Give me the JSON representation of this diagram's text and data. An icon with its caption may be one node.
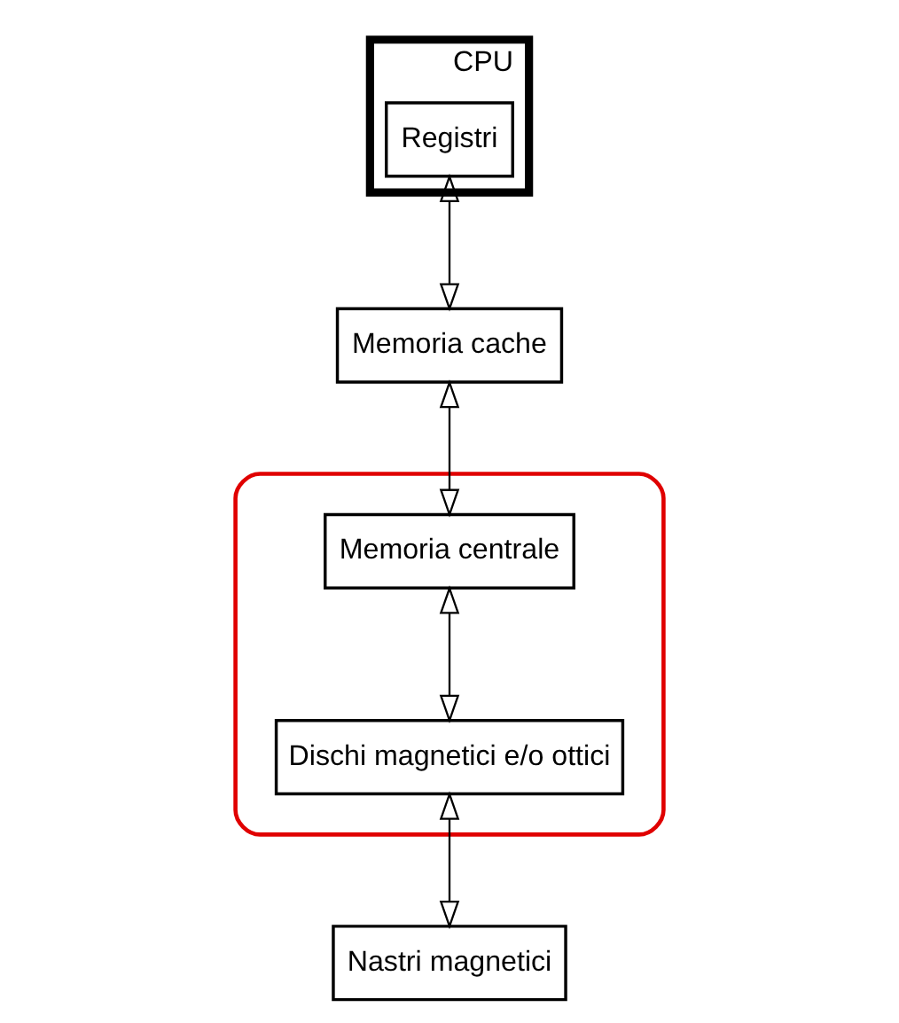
{
  "diagram": {
    "nodes": [
      {
        "text": [
          "CPU"
        ]
      },
      {
        "text": [
          "Registri"
        ],
        "in": 0
      },
      {
        "text": [
          "Memoria cache"
        ]
      },
      {
        "text": [],
        "shape": "ellipse"
      },
      {
        "text": [
          "Memoria centrale"
        ],
        "in": 3
      },
      {
        "text": [
          "Dischi magnetici e/o ottici"
        ],
        "in": 3
      },
      {
        "text": [
          "Nastri magnetici"
        ]
      }
    ],
    "edges": [
      {
        "from": 1,
        "to": 2,
        "arrow": "both"
      },
      {
        "from": 2,
        "to": 4,
        "arrow": "both"
      },
      {
        "from": 4,
        "to": 5,
        "arrow": "both"
      },
      {
        "from": 5,
        "to": 6,
        "arrow": "both"
      }
    ]
  }
}
